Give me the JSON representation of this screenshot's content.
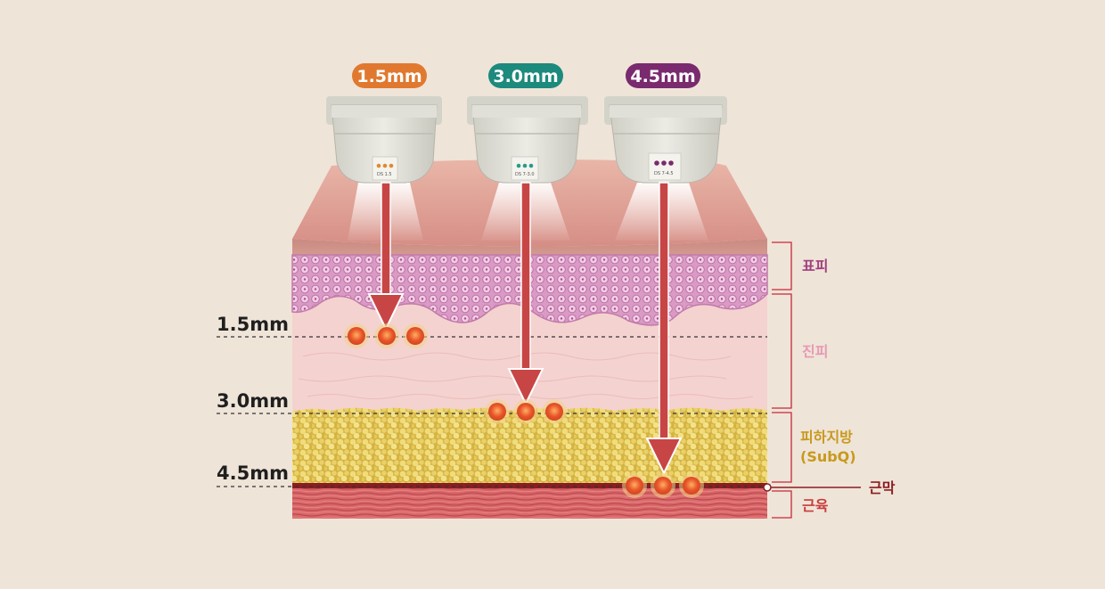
{
  "transducers": [
    {
      "label": "1.5mm",
      "color": "#e0792f",
      "dot_color": "#e0892f",
      "code": "DS 1.5"
    },
    {
      "label": "3.0mm",
      "color": "#1c8a7c",
      "dot_color": "#2a9a8a",
      "code": "DS 7-3.0"
    },
    {
      "label": "4.5mm",
      "color": "#7a2a6e",
      "dot_color": "#7a2a6e",
      "code": "DS 7-4.5"
    }
  ],
  "depths": [
    {
      "label": "1.5mm"
    },
    {
      "label": "3.0mm"
    },
    {
      "label": "4.5mm"
    }
  ],
  "layers": [
    {
      "name": "표피",
      "color": "#a0407f"
    },
    {
      "name": "진피",
      "color": "#e79ab4"
    },
    {
      "name": "피하지방",
      "name2": "(SubQ)",
      "color": "#c79a1d"
    },
    {
      "name": "근육",
      "color": "#c83c3c"
    }
  ],
  "fascia": {
    "name": "근막",
    "color": "#8b1d22"
  },
  "colors": {
    "background": "#efe4d8",
    "arrow": "#c84545",
    "bracket": "#c8283c"
  }
}
